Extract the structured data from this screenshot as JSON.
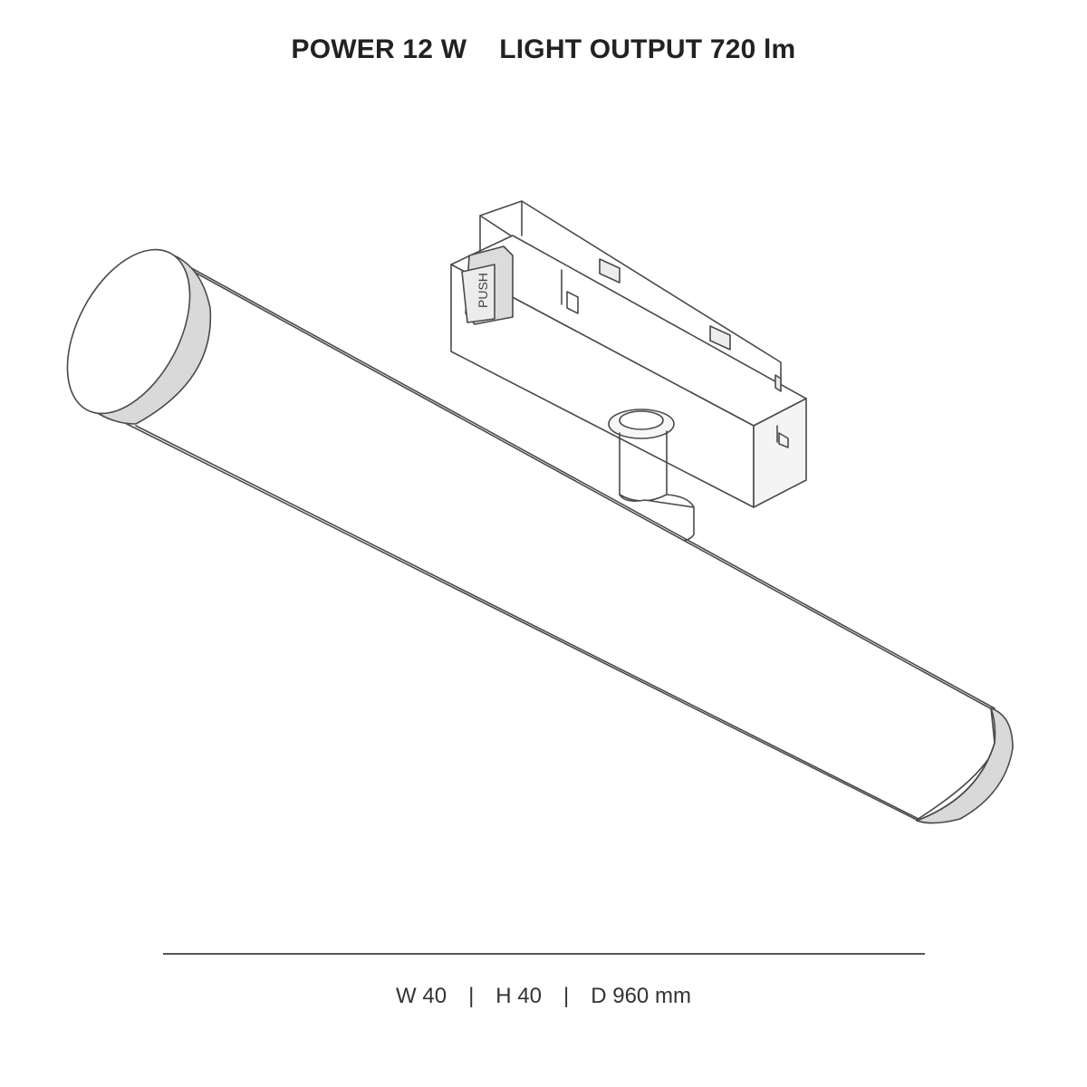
{
  "header": {
    "power": "POWER 12 W",
    "light_output": "LIGHT OUTPUT 720 lm"
  },
  "product": {
    "button_label": "PUSH"
  },
  "dimensions": {
    "width": "W 40",
    "height": "H 40",
    "depth": "D 960 mm",
    "separator": "|"
  },
  "colors": {
    "outline": "#4a4a4a",
    "shade": "#d9d9d9",
    "background": "#ffffff"
  }
}
